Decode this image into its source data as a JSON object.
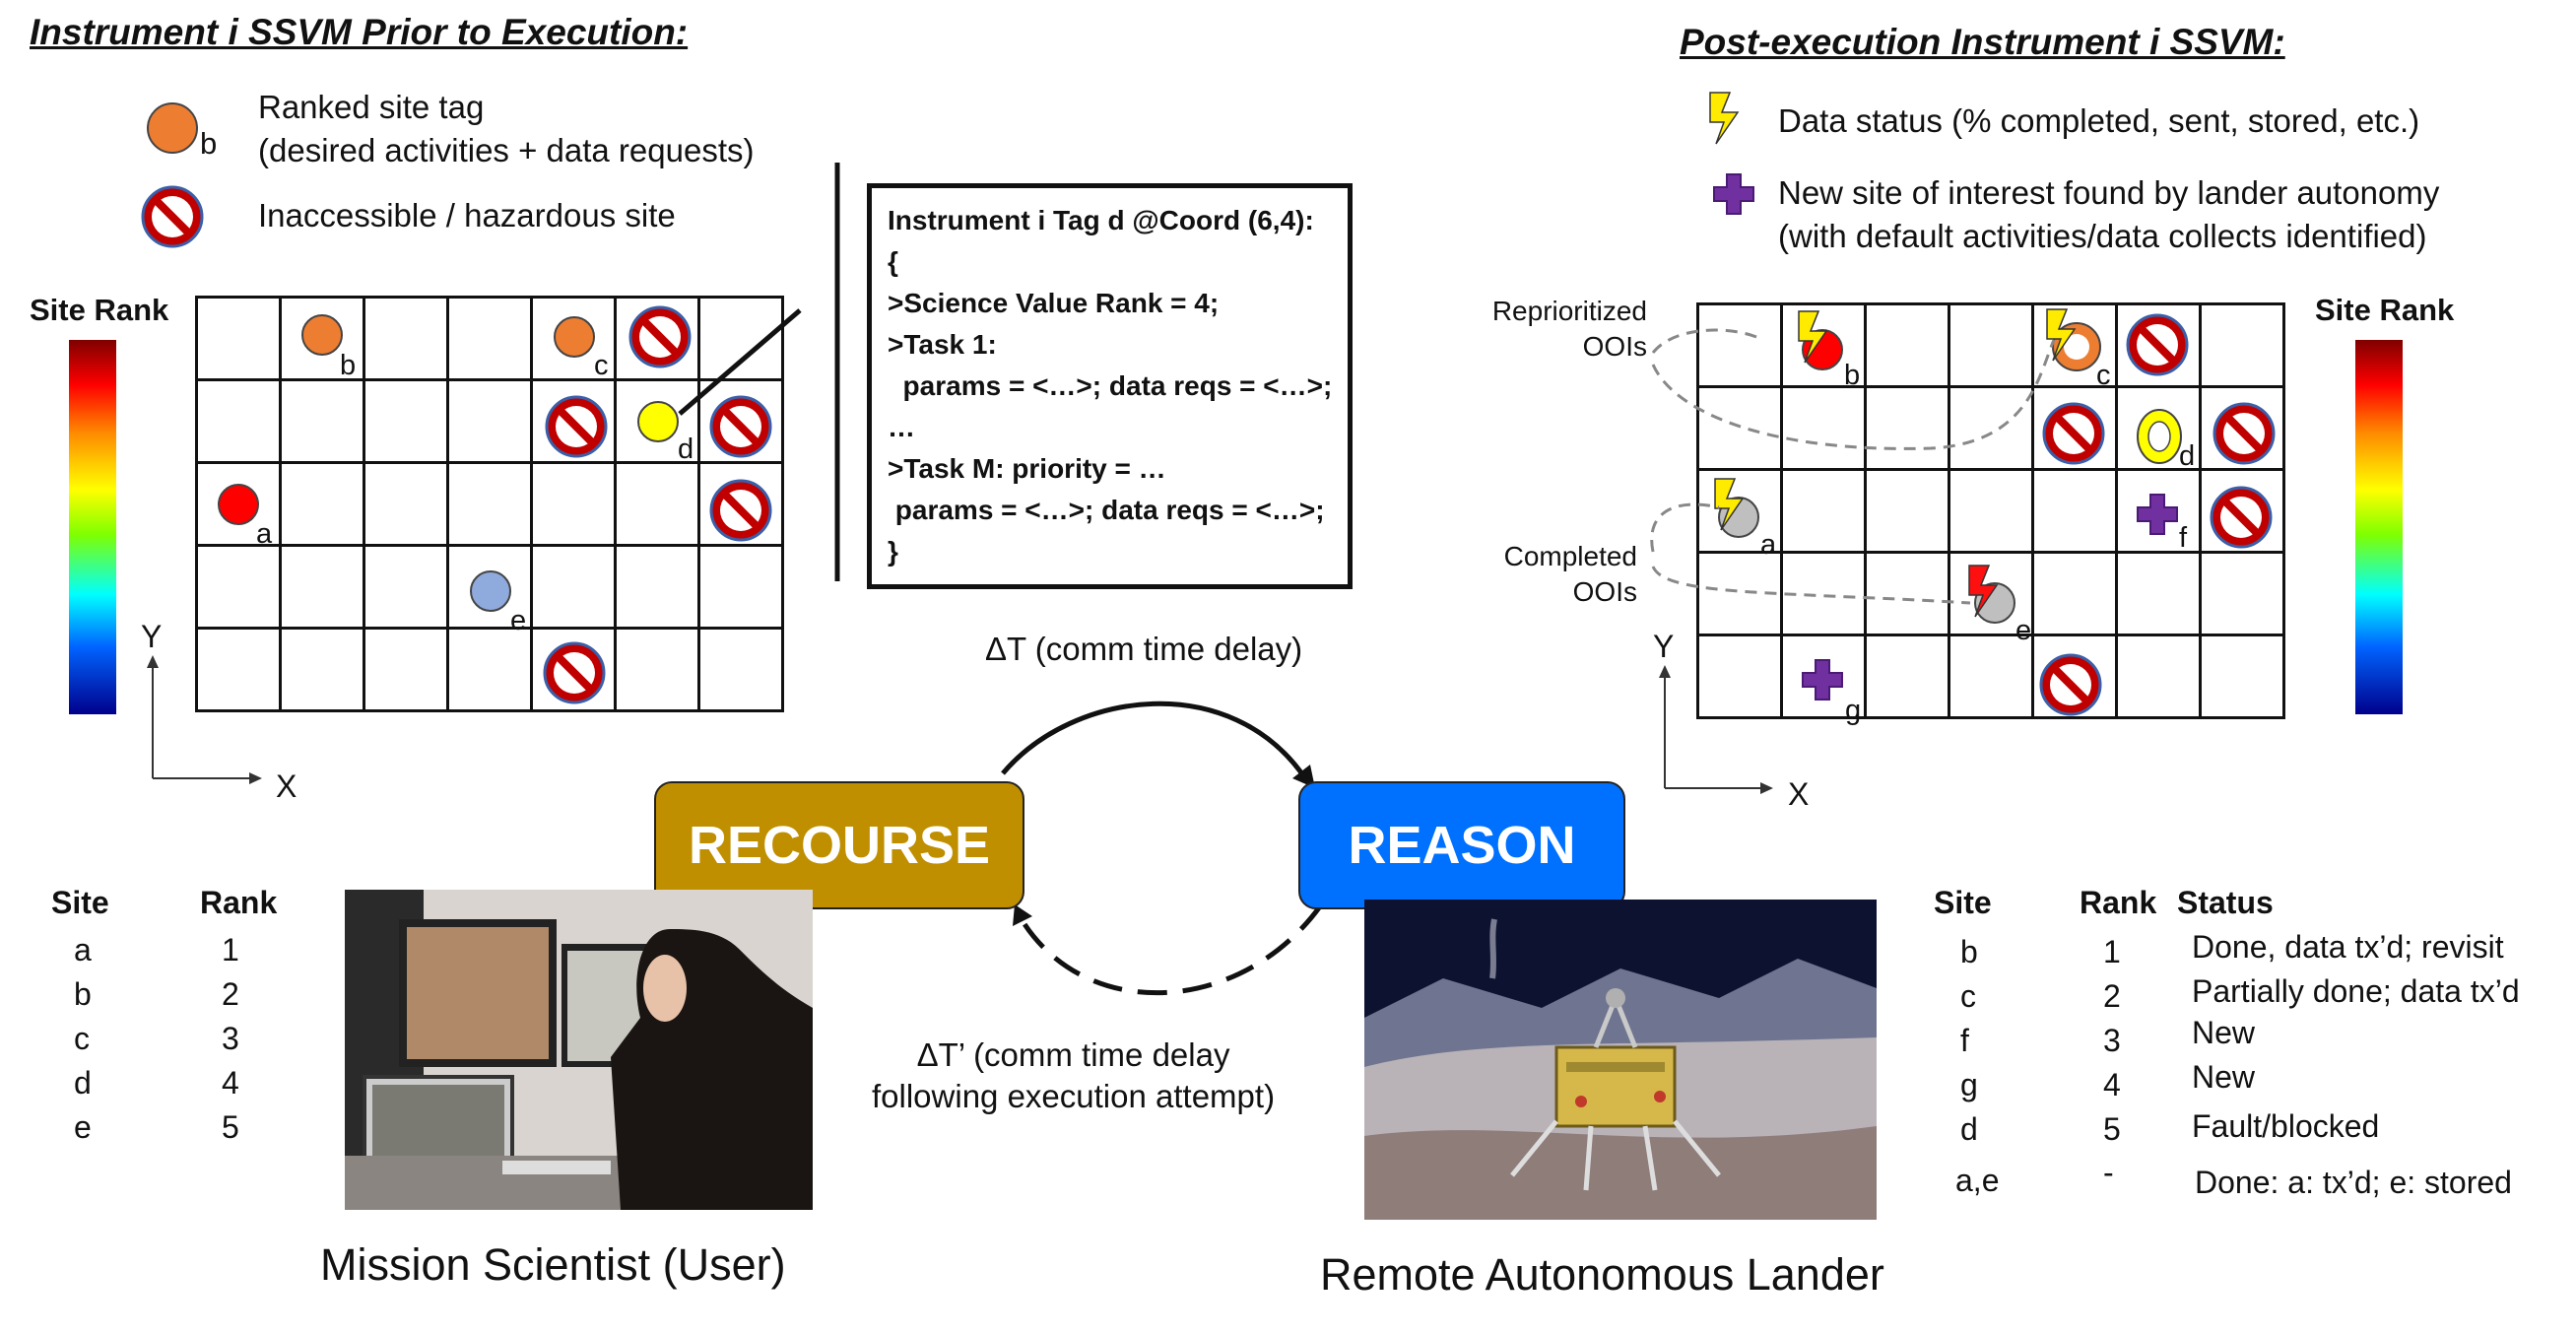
{
  "left_panel": {
    "title": "Instrument i SSVM Prior to Execution:",
    "legend": {
      "ranked_tag_label_1": "Ranked site tag",
      "ranked_tag_label_2": "(desired activities + data requests)",
      "ranked_tag_letter": "b",
      "inaccessible_label": "Inaccessible / hazardous site"
    },
    "site_rank_label": "Site Rank",
    "axis_y": "Y",
    "axis_x": "X",
    "site_letters": [
      "b",
      "c",
      "d",
      "a",
      "e"
    ],
    "code_lines": [
      "Instrument i Tag d @Coord (6,4):",
      "{",
      ">Science Value Rank = 4;",
      ">Task 1:",
      "  params = <…>; data reqs = <…>;",
      "…",
      ">Task M: priority = …",
      " params = <…>; data reqs = <…>;",
      "}"
    ]
  },
  "right_panel": {
    "title": "Post-execution Instrument i SSVM:",
    "legend": {
      "data_status_label": "Data status (% completed, sent, stored, etc.)",
      "new_site_label_1": "New site of interest found by lander autonomy",
      "new_site_label_2": "(with default activities/data collects identified)"
    },
    "site_rank_label": "Site Rank",
    "axis_y": "Y",
    "axis_x": "X",
    "reprioritized_1": "Reprioritized",
    "reprioritized_2": "OOIs",
    "completed_1": "Completed",
    "completed_2": "OOIs",
    "site_letters": [
      "b",
      "c",
      "d",
      "a",
      "f",
      "e",
      "g"
    ]
  },
  "center": {
    "recourse_label": "RECOURSE",
    "reason_label": "REASON",
    "delay_top": "ΔT (comm time delay)",
    "delay_bottom_1": "ΔT’ (comm time delay",
    "delay_bottom_2": "following execution attempt)",
    "recourse_color": "#bf8f00",
    "reason_color": "#0070ff"
  },
  "left_table": {
    "headers": [
      "Site",
      "Rank"
    ],
    "rows": [
      [
        "a",
        "1"
      ],
      [
        "b",
        "2"
      ],
      [
        "c",
        "3"
      ],
      [
        "d",
        "4"
      ],
      [
        "e",
        "5"
      ]
    ]
  },
  "right_table": {
    "headers": [
      "Site",
      "Rank",
      "Status"
    ],
    "rows": [
      [
        "b",
        "1",
        "Done, data tx’d; revisit"
      ],
      [
        "c",
        "2",
        "Partially done; data tx’d"
      ],
      [
        "f",
        "3",
        "New"
      ],
      [
        "g",
        "4",
        "New"
      ],
      [
        "d",
        "5",
        "Fault/blocked"
      ],
      [
        "a,e",
        "-",
        "Done: a: tx’d; e: stored"
      ]
    ]
  },
  "captions": {
    "user": "Mission Scientist (User)",
    "lander": "Remote Autonomous Lander"
  },
  "icons": {
    "ranked_tag": "orange-circle-icon",
    "inaccessible": "no-entry-icon",
    "data_status": "lightning-bolt-icon",
    "new_site": "purple-cross-icon"
  }
}
